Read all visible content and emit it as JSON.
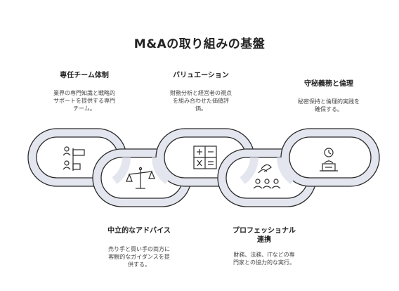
{
  "title": "M&Aの取り組みの基盤",
  "items": [
    {
      "title": "専任チーム体制",
      "desc_lines": [
        "業界の専門知識と戦略的",
        "サポートを提供する専門",
        "チーム。"
      ],
      "icon": "team-roles-icon"
    },
    {
      "title": "中立的なアドバイス",
      "desc_lines": [
        "売り手と買い手の両方に",
        "客観的なガイダンスを提",
        "供する。"
      ],
      "icon": "balance-scale-icon"
    },
    {
      "title": "バリュエーション",
      "desc_lines": [
        "財務分析と経営者の視点",
        "を組み合わせた価値評",
        "価。"
      ],
      "icon": "calculator-icon"
    },
    {
      "title": "プロフェッショナル連携",
      "title_lines": [
        "プロフェッショナル",
        "連携"
      ],
      "desc_lines": [
        "財務、法務、ITなどの専",
        "門家との協力的な実行。"
      ],
      "icon": "collaboration-icon"
    },
    {
      "title": "守秘義務と倫理",
      "desc_lines": [
        "秘密保持と倫理的実践を",
        "確保する。"
      ],
      "icon": "confidential-person-icon"
    }
  ]
}
